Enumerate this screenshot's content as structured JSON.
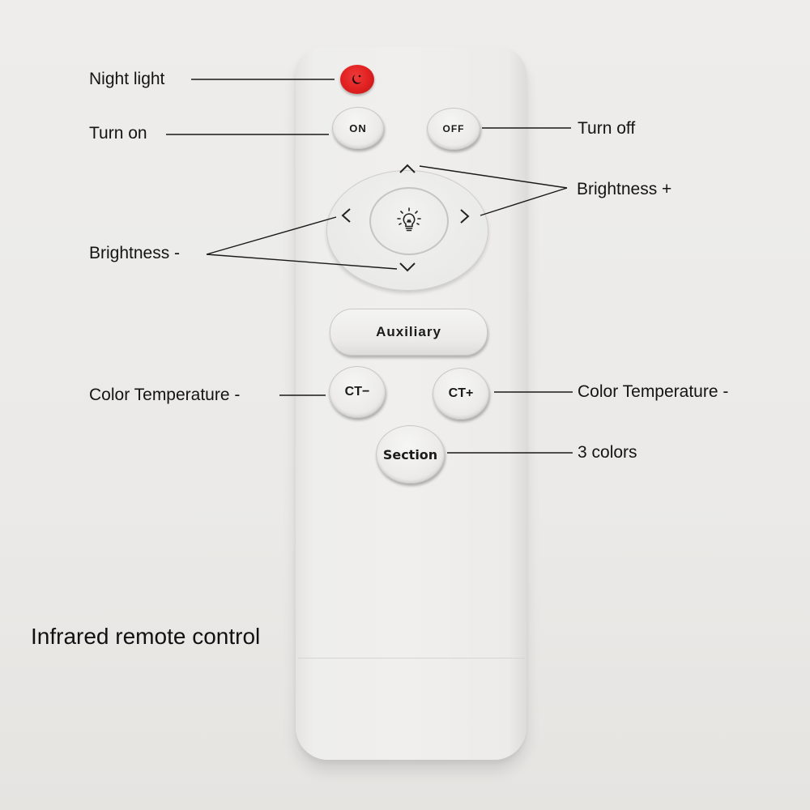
{
  "title": "Infrared remote control",
  "colors": {
    "background": "#eceae8",
    "remote_body": "#efeeec",
    "night_light_button": "#e02020",
    "text": "#141414"
  },
  "remote": {
    "buttons": {
      "night_light": {
        "icon": "moon-icon",
        "glyph": "☾"
      },
      "on": {
        "label": "ON"
      },
      "off": {
        "label": "OFF"
      },
      "up": {
        "glyph": "^"
      },
      "down": {
        "glyph": "v"
      },
      "left": {
        "glyph": "<"
      },
      "right": {
        "glyph": ">"
      },
      "center": {
        "icon": "lightbulb-icon"
      },
      "auxiliary": {
        "label": "Auxiliary"
      },
      "ct_minus": {
        "label": "CT−"
      },
      "ct_plus": {
        "label": "CT+"
      },
      "section": {
        "label": "Section"
      }
    }
  },
  "annotations": {
    "night_light": "Night light",
    "turn_on": "Turn on",
    "turn_off": "Turn off",
    "brightness_plus": "Brightness +",
    "brightness_minus": "Brightness -",
    "color_temp_minus": "Color Temperature -",
    "color_temp_plus": "Color Temperature -",
    "three_colors": "3 colors"
  }
}
